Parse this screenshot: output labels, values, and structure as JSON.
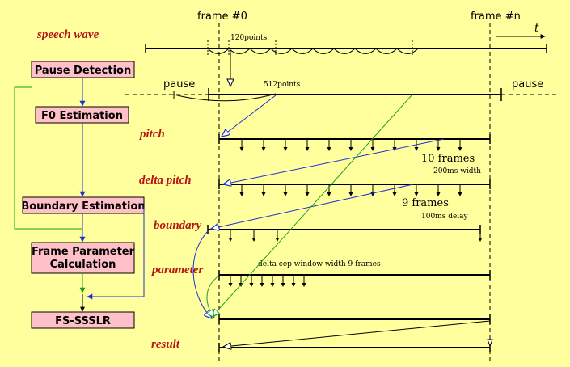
{
  "frame_labels": {
    "start": "frame #0",
    "end": "frame #n"
  },
  "time_label": "t",
  "wave_label": "speech wave",
  "points_120": "120points",
  "points_512": "512points",
  "pause_left": "pause",
  "pause_right": "pause",
  "blocks": {
    "pause_detection": "Pause Detection",
    "f0_estimation": "F0 Estimation",
    "boundary_estimation": "Boundary Estimation",
    "frame_param_line1": "Frame Parameter",
    "frame_param_line2": "Calculation",
    "fs_sssl": "FS-SSSLR"
  },
  "rows": {
    "pitch": "pitch",
    "delta_pitch": "delta pitch",
    "boundary": "boundary",
    "parameter": "parameter",
    "result": "result"
  },
  "notes": {
    "ten_frames": "10 frames",
    "width_200": "200ms width",
    "nine_frames": "9 frames",
    "delay_100": "100ms delay",
    "delta_cep": "delta cep window width 9 frames"
  },
  "colors": {
    "background": "#ffff9e",
    "block_fill": "#ffc0c8",
    "label_red": "#b81414",
    "flow_green": "#1a9e1a",
    "flow_blue": "#1f2fd6"
  }
}
